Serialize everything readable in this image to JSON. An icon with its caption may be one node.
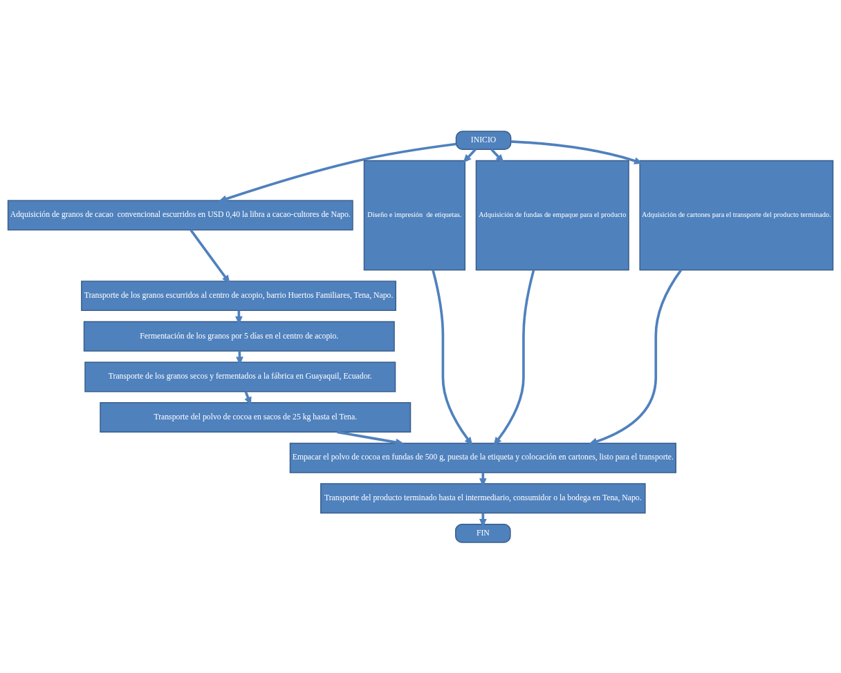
{
  "diagram": {
    "nodes": [
      {
        "text": [
          "INICIO"
        ]
      },
      {
        "text": [
          "Adquisición de granos de cacao  convencional escurridos en USD 0,40 la libra a cacao-cultores de Napo."
        ]
      },
      {
        "text": [
          "Transporte de los granos escurridos al centro de acopio, barrio Huertos Familiares, Tena, Napo."
        ]
      },
      {
        "text": [
          "Fermentación de los granos por 5 días en el centro de acopio."
        ]
      },
      {
        "text": [
          "Transporte de los granos secos y fermentados a la fábrica en Guayaquil, Ecuador."
        ]
      },
      {
        "text": [
          "Transporte del polvo de cocoa en sacos de 25 kg hasta el Tena."
        ]
      },
      {
        "text": [
          "Empacar el polvo de cocoa en fundas de 500 g, puesta de la etiqueta y colocación en cartones, listo para el transporte."
        ]
      },
      {
        "text": [
          "Transporte del producto terminado hasta el intermediario, consumidor o la bodega en Tena, Napo."
        ]
      },
      {
        "text": [
          "FIN"
        ]
      },
      {
        "text": [
          "Diseño e impresión  de etiquetas."
        ]
      },
      {
        "text": [
          "Adquisición de fundas de empaque para el producto"
        ]
      },
      {
        "text": [
          "Adquisición de cartones para el transporte del producto terminado."
        ]
      }
    ],
    "edges": [
      {
        "from": 0,
        "to": 1,
        "arrow": "to"
      },
      {
        "from": 1,
        "to": 2,
        "arrow": "to"
      },
      {
        "from": 2,
        "to": 3,
        "arrow": "to"
      },
      {
        "from": 3,
        "to": 4,
        "arrow": "to"
      },
      {
        "from": 4,
        "to": 5,
        "arrow": "to"
      },
      {
        "from": 5,
        "to": 6,
        "arrow": "to"
      },
      {
        "from": 6,
        "to": 7,
        "arrow": "to"
      },
      {
        "from": 7,
        "to": 8,
        "arrow": "to"
      },
      {
        "from": 0,
        "to": 9,
        "arrow": "to"
      },
      {
        "from": 0,
        "to": 10,
        "arrow": "to"
      },
      {
        "from": 0,
        "to": 11,
        "arrow": "to"
      },
      {
        "from": 9,
        "to": 6,
        "arrow": "to"
      },
      {
        "from": 10,
        "to": 6,
        "arrow": "to"
      },
      {
        "from": 11,
        "to": 6,
        "arrow": "to"
      }
    ]
  }
}
